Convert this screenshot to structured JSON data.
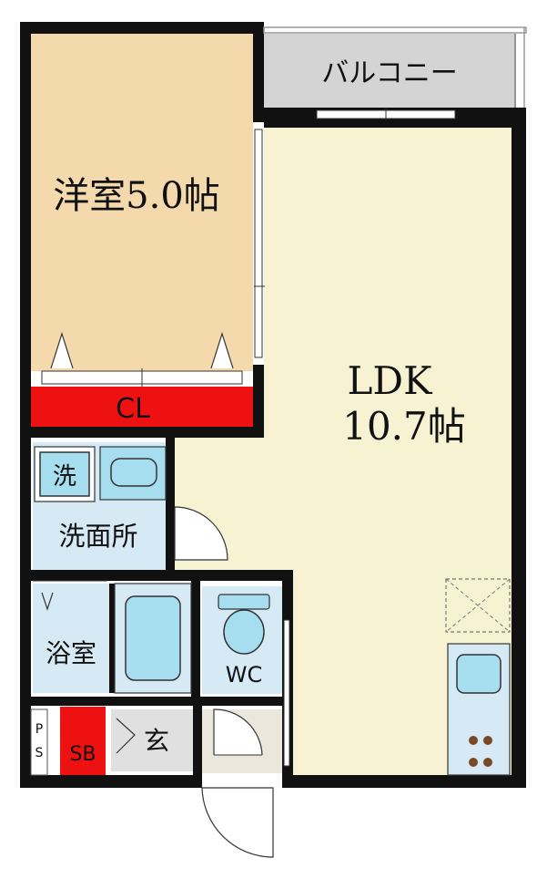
{
  "rooms": {
    "balcony": "バルコニー",
    "western_room": "洋室5.0帖",
    "closet": "CL",
    "ldk_name": "LDK",
    "ldk_size": "10.7帖",
    "washroom": "洗面所",
    "washer": "洗",
    "bathroom": "浴室",
    "toilet": "WC",
    "entrance": "玄",
    "shoe_box": "SB",
    "pipe_space_p": "P",
    "pipe_space_s": "S"
  },
  "colors": {
    "western_room": "#f4d9ad",
    "ldk": "#f7f2d2",
    "balcony": "#d4d4d4",
    "closet": "#ee1111",
    "water_area": "#d6eaf6",
    "fixture": "#a6def0",
    "entrance": "#e0e0e0",
    "genkan_floor": "#ece7dc",
    "wall": "#111111"
  }
}
